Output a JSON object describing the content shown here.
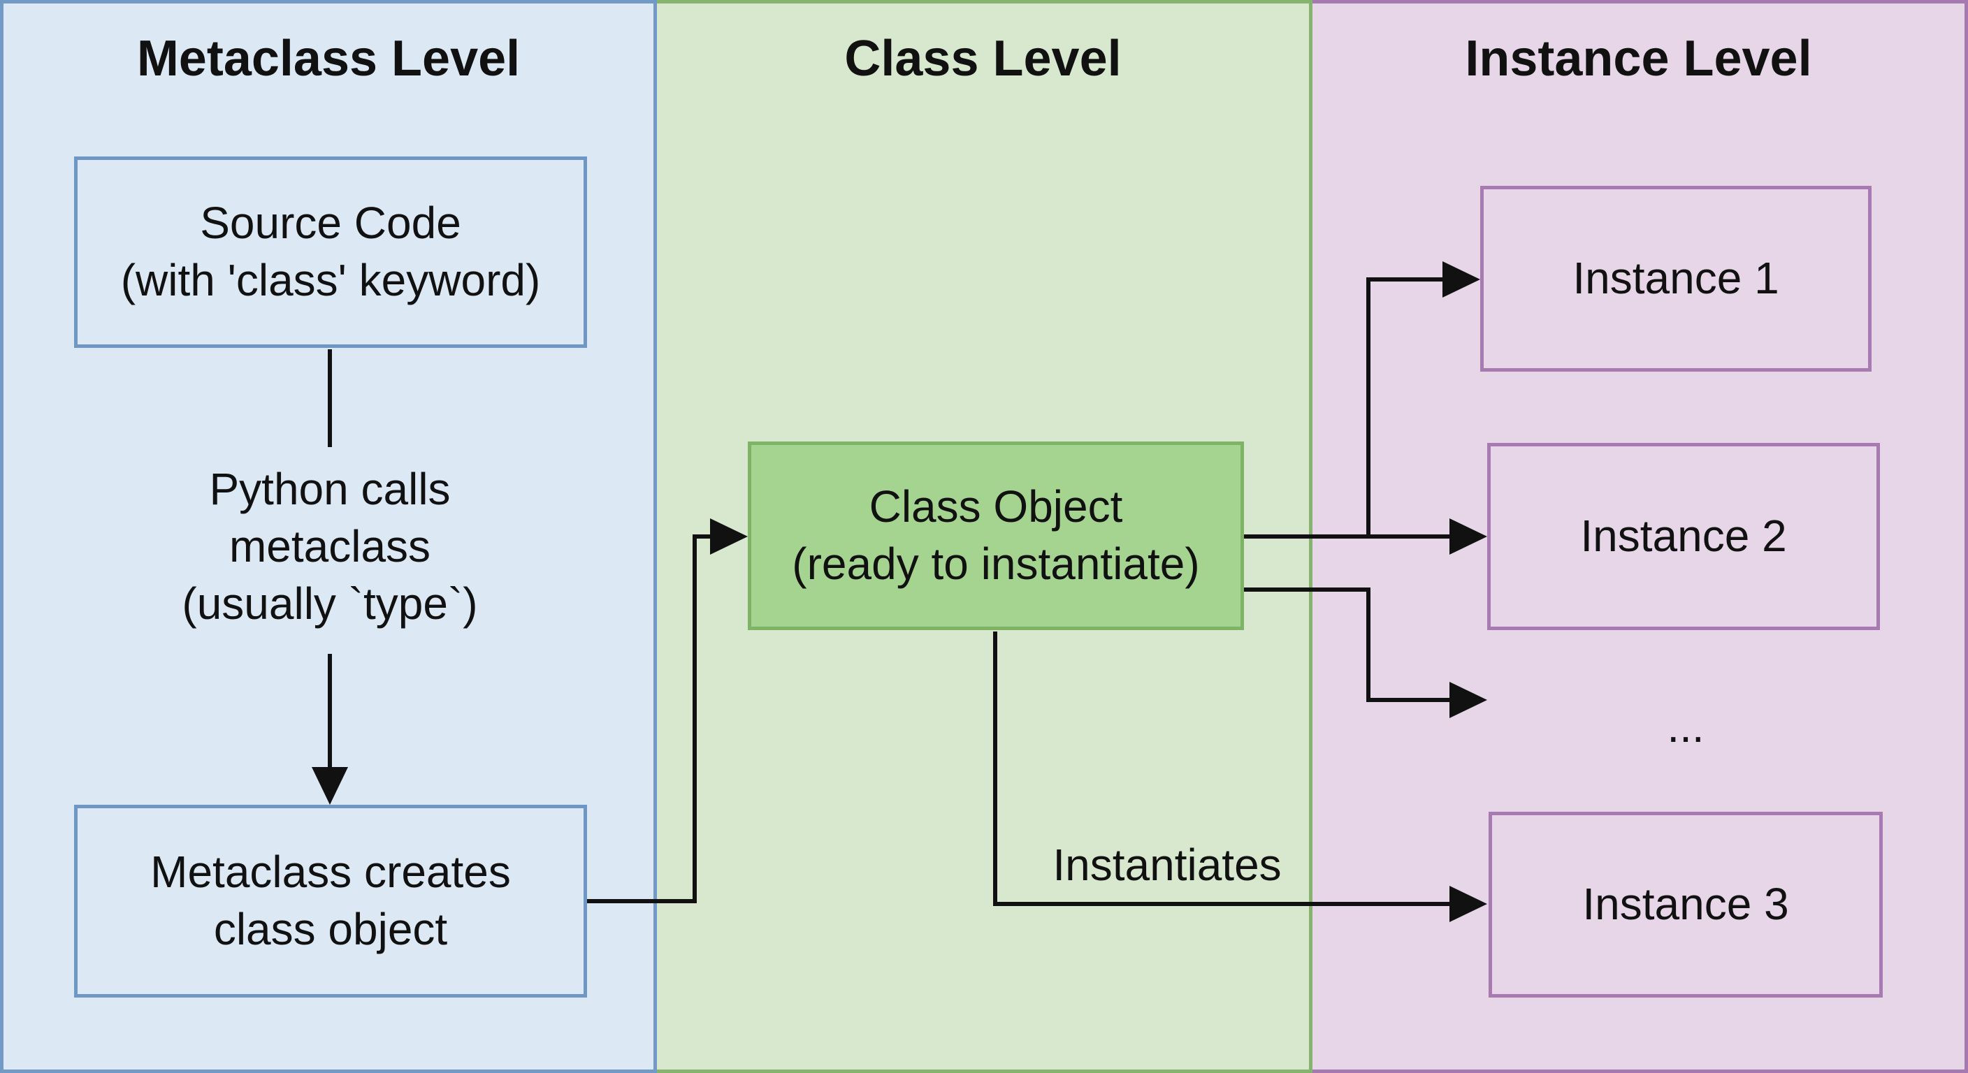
{
  "lanes": {
    "metaclass_title": "Metaclass Level",
    "class_title": "Class Level",
    "instance_title": "Instance Level"
  },
  "nodes": {
    "source_code": [
      "Source Code",
      "(with 'class' keyword)"
    ],
    "python_calls": [
      "Python calls",
      "metaclass",
      "(usually `type`)"
    ],
    "metaclass_creates": [
      "Metaclass creates",
      "class object"
    ],
    "class_object": [
      "Class Object",
      "(ready to instantiate)"
    ],
    "instance_1": "Instance 1",
    "instance_2": "Instance 2",
    "ellipsis": "...",
    "instance_3": "Instance 3"
  },
  "edges": {
    "instantiates_label": "Instantiates"
  },
  "colors": {
    "metaclass_lane": "#dde8f5",
    "class_lane": "#d7e8cf",
    "instance_lane": "#e6d6e8",
    "class_object_fill": "#a5d491"
  }
}
